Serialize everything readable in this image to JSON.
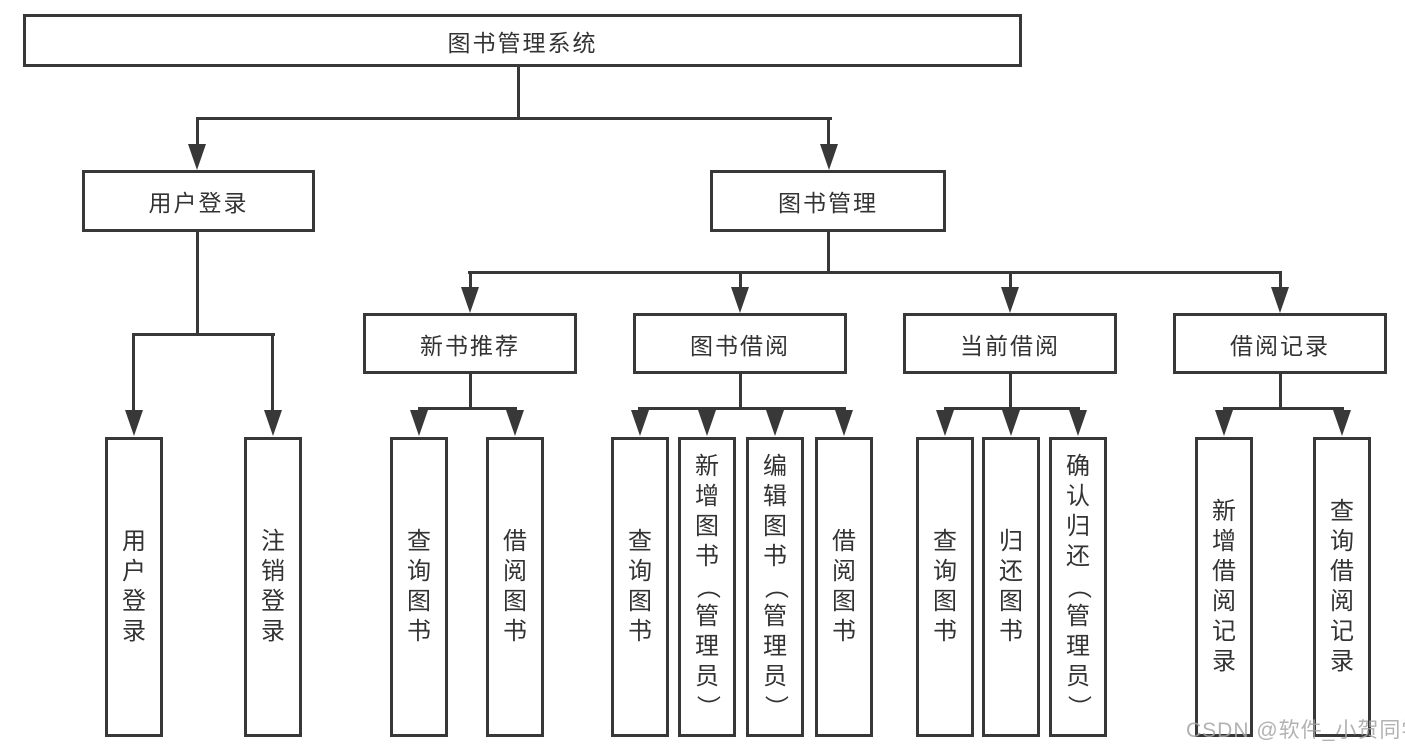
{
  "diagram": {
    "title": "图书管理系统",
    "branches": [
      {
        "label": "用户登录",
        "leaves": [
          "用户登录",
          "注销登录"
        ]
      },
      {
        "label": "图书管理",
        "groups": [
          {
            "label": "新书推荐",
            "leaves": [
              "查询图书",
              "借阅图书"
            ]
          },
          {
            "label": "图书借阅",
            "leaves": [
              "查询图书",
              "新增图书（管理员）",
              "编辑图书（管理员）",
              "借阅图书"
            ]
          },
          {
            "label": "当前借阅",
            "leaves": [
              "查询图书",
              "归还图书",
              "确认归还（管理员）"
            ]
          },
          {
            "label": "借阅记录",
            "leaves": [
              "新增借阅记录",
              "查询借阅记录"
            ]
          }
        ]
      }
    ],
    "watermark": "CSDN @软件_小贺同学",
    "colors": {
      "line": "#383838",
      "text": "#333333",
      "watermark": "#a5a5a5",
      "background": "#ffffff"
    }
  }
}
